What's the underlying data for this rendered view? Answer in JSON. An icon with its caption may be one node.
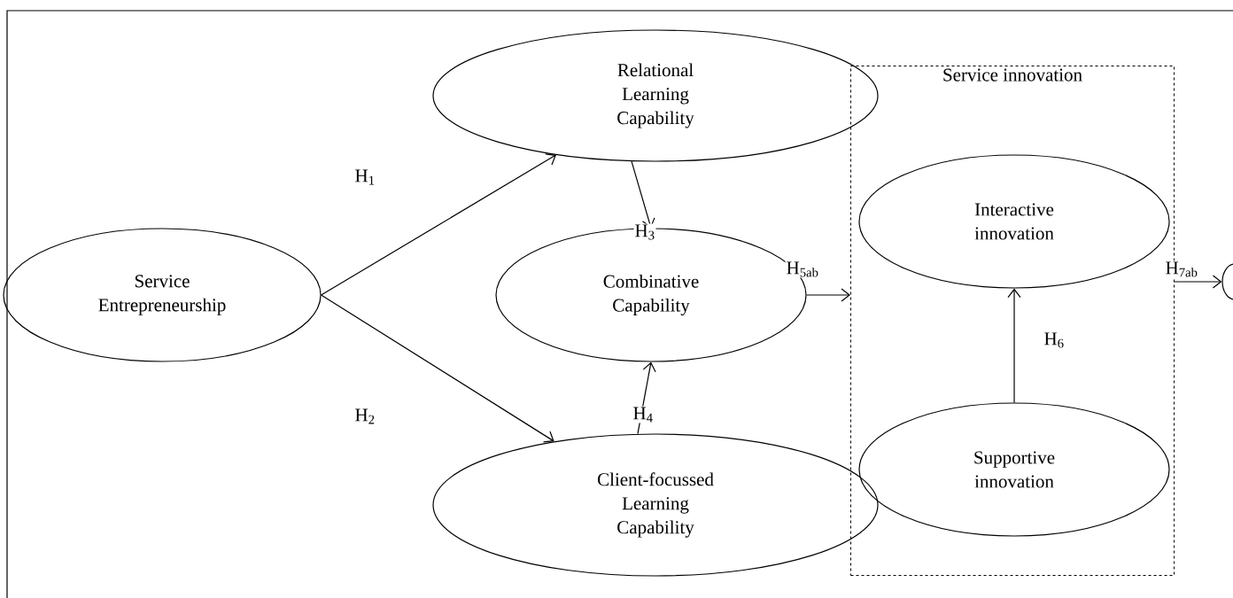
{
  "diagram": {
    "nodes": [
      {
        "text": [
          "Service Entrepreneurship"
        ]
      },
      {
        "text": [
          "Relational Learning Capability"
        ]
      },
      {
        "text": [
          "Combinative Capability"
        ]
      },
      {
        "text": [
          "Client-focussed Learning Capability"
        ]
      },
      {
        "text": [
          "Service innovation"
        ]
      },
      {
        "text": [
          "Interactive innovation"
        ],
        "in": 4
      },
      {
        "text": [
          "Supportive innovation"
        ],
        "in": 4
      },
      {
        "text": [],
        "shape": "circle"
      }
    ],
    "edges": [
      {
        "from": 0,
        "to": 1,
        "arrow": "to",
        "label": "H$_{1}$"
      },
      {
        "from": 0,
        "to": 3,
        "arrow": "to",
        "label": "H$_{2}$"
      },
      {
        "from": 1,
        "to": 2,
        "arrow": "to",
        "label": "H$_{3}$"
      },
      {
        "from": 3,
        "to": 2,
        "arrow": "to",
        "label": "H$_{4}$"
      },
      {
        "from": 2,
        "to": 4,
        "arrow": "to",
        "label": "H$_{5ab}$"
      },
      {
        "from": 6,
        "to": 5,
        "arrow": "to",
        "label": "H$_{6}$"
      },
      {
        "from": 4,
        "to": 7,
        "arrow": "to",
        "label": "H$_{7ab}$"
      }
    ]
  }
}
